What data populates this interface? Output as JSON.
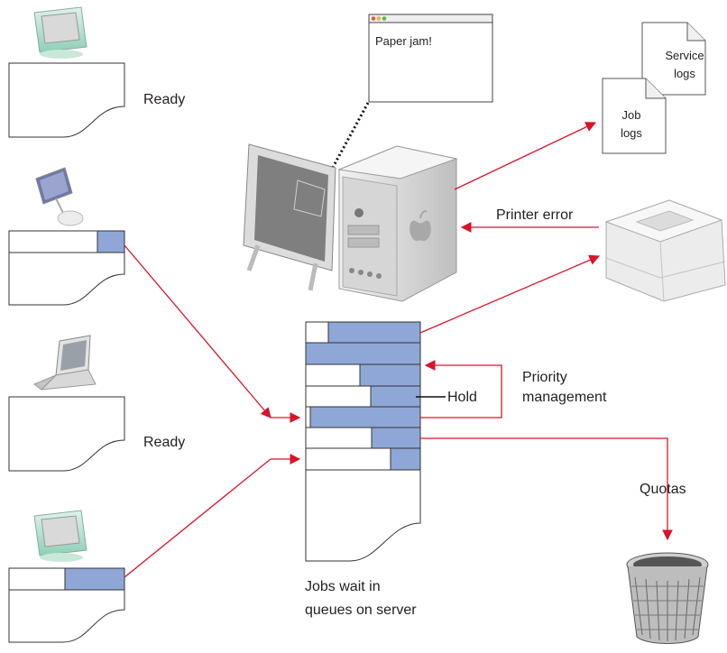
{
  "labels": {
    "ready_top": "Ready",
    "ready_bottom": "Ready",
    "paper_jam": "Paper jam!",
    "service_logs_line1": "Service",
    "service_logs_line2": "logs",
    "job_logs_line1": "Job",
    "job_logs_line2": "logs",
    "printer_error": "Printer error",
    "hold": "Hold",
    "priority_line1": "Priority",
    "priority_line2": "management",
    "quotas": "Quotas",
    "jobs_wait_line1": "Jobs wait in",
    "jobs_wait_line2": "queues on server"
  },
  "colors": {
    "arrow": "#d7142b",
    "job_fill": "#8fa7d6",
    "outline": "#333333"
  },
  "icons": {
    "client_1": "imac-icon",
    "client_2": "flat-panel-imac-icon",
    "client_3": "laptop-icon",
    "client_4": "imac-icon",
    "server": "power-mac-server-icon",
    "printer": "printer-icon",
    "trash": "trash-icon"
  }
}
